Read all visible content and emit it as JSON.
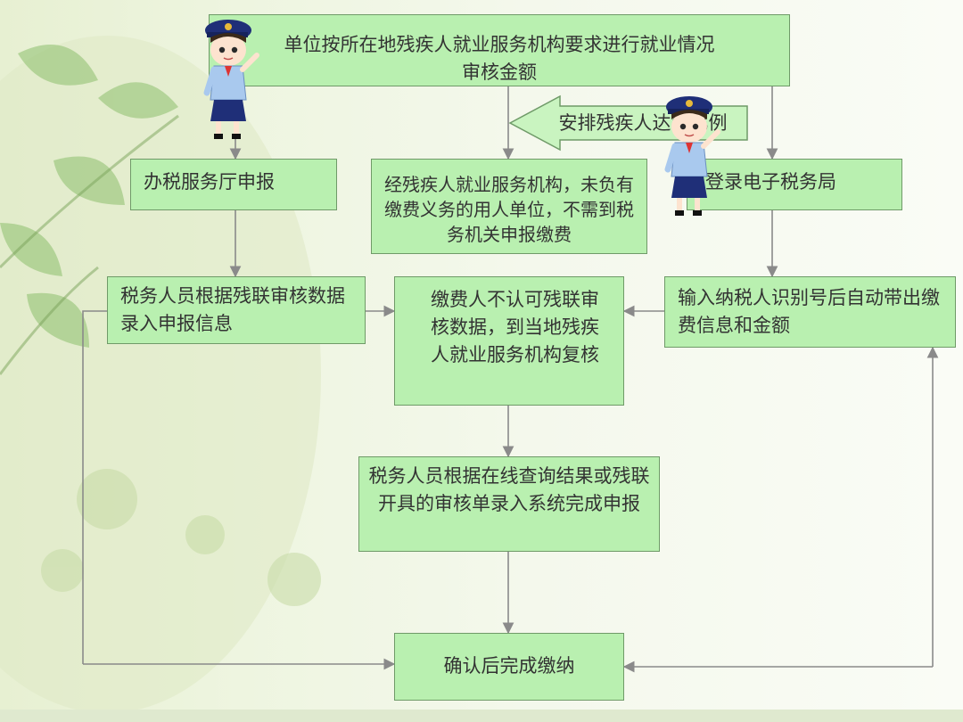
{
  "nodes": {
    "top": "单位按所在地残疾人就业服务机构要求进行就业情况审核金额",
    "arrange_arrow": "安排残疾人达到比例",
    "office": "办税服务厅申报",
    "no_obligation": "经残疾人就业服务机构，未负有缴费义务的用人单位，不需到税务机关申报缴费",
    "etax": "登录电子税务局",
    "staff_entry": "税务人员根据残联审核数据录入申报信息",
    "dispute": "缴费人不认可残联审核数据，到当地残疾人就业服务机构复核",
    "auto_info": "输入纳税人识别号后自动带出缴费信息和金额",
    "online_query": "税务人员根据在线查询结果或残联开具的审核单录入系统完成申报",
    "confirm": "确认后完成缴纳"
  },
  "icons": {
    "figure": "tax-officer-cartoon-icon"
  },
  "colors": {
    "node_fill": "#b9f0b0",
    "node_border": "#6f9a68",
    "line": "#8a8a8a"
  }
}
